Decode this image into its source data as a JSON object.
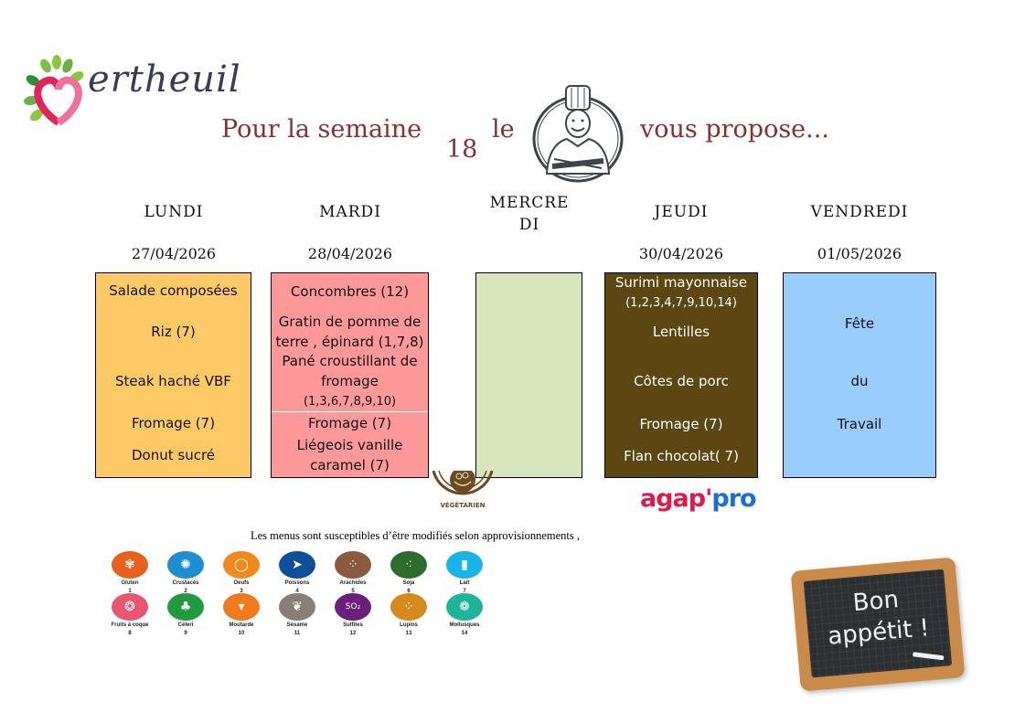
{
  "header": {
    "logo_text": "ertheuil",
    "title_left": "Pour la semaine",
    "week_number": "18",
    "title_mid": "le",
    "title_right": "vous propose..."
  },
  "days": [
    {
      "name": "LUNDI",
      "date": "27/04/2026",
      "color": "#ffc966",
      "items": [
        "Salade composées",
        "Riz (7)",
        "Steak haché VBF",
        "Fromage (7)",
        "Donut sucré"
      ]
    },
    {
      "name": "MARDI",
      "date": "28/04/2026",
      "color": "#ff9999",
      "items": [
        "Concombres (12)",
        "Gratin de pomme de",
        "terre , épinard (1,7,8)",
        "Pané croustillant de",
        "fromage",
        "(1,3,6,7,8,9,10)",
        "Fromage (7)",
        "Liégeois vanille",
        "caramel (7)"
      ]
    },
    {
      "name_line1": "MERCRE",
      "name_line2": "DI",
      "date": "",
      "color": "#d8e4bc",
      "items": []
    },
    {
      "name": "JEUDI",
      "date": "30/04/2026",
      "color": "#5c4611",
      "items": [
        "Surimi mayonnaise",
        "(1,2,3,4,7,9,10,14)",
        "Lentilles",
        "Côtes de porc",
        "Fromage (7)",
        "Flan chocolat( 7)"
      ]
    },
    {
      "name": "VENDREDI",
      "date": "01/05/2026",
      "color": "#99ccff",
      "items": [
        "Fête",
        "du",
        "Travail"
      ]
    }
  ],
  "badges": {
    "vegetarian": "VÉGÉTARIEN",
    "brand_part1": "agap'",
    "brand_part2": "pro"
  },
  "notice": "Les menus sont susceptibles d’être modifiés selon approvisionnements ,",
  "allergens": [
    {
      "name": "Gluten",
      "num": "1",
      "color": "#e8601c",
      "icon": "wheat-icon"
    },
    {
      "name": "Crustacés",
      "num": "2",
      "color": "#1b8fd1",
      "icon": "crab-icon"
    },
    {
      "name": "Oeufs",
      "num": "3",
      "color": "#f08a1c",
      "icon": "egg-icon"
    },
    {
      "name": "Poissons",
      "num": "4",
      "color": "#0e4f9a",
      "icon": "fish-icon"
    },
    {
      "name": "Arachides",
      "num": "5",
      "color": "#8a5a3c",
      "icon": "peanut-icon"
    },
    {
      "name": "Soja",
      "num": "6",
      "color": "#2e6b2e",
      "icon": "soy-icon"
    },
    {
      "name": "Lait",
      "num": "7",
      "color": "#18b4e8",
      "icon": "milk-icon"
    },
    {
      "name": "Fruits à coque",
      "num": "8",
      "color": "#e8566f",
      "icon": "nut-icon"
    },
    {
      "name": "Céleri",
      "num": "9",
      "color": "#1f9a3c",
      "icon": "celery-icon"
    },
    {
      "name": "Moutarde",
      "num": "10",
      "color": "#f07a1c",
      "icon": "mustard-icon"
    },
    {
      "name": "Sésame",
      "num": "11",
      "color": "#8a7f78",
      "icon": "sesame-icon"
    },
    {
      "name": "Sulfites",
      "num": "12",
      "color": "#6a1f7a",
      "icon": "sulfite-icon"
    },
    {
      "name": "Lupins",
      "num": "13",
      "color": "#d48a1c",
      "icon": "lupin-icon"
    },
    {
      "name": "Mollusques",
      "num": "14",
      "color": "#1fb39a",
      "icon": "shell-icon"
    }
  ],
  "slate": {
    "line1": "Bon",
    "line2": "appétit !"
  }
}
